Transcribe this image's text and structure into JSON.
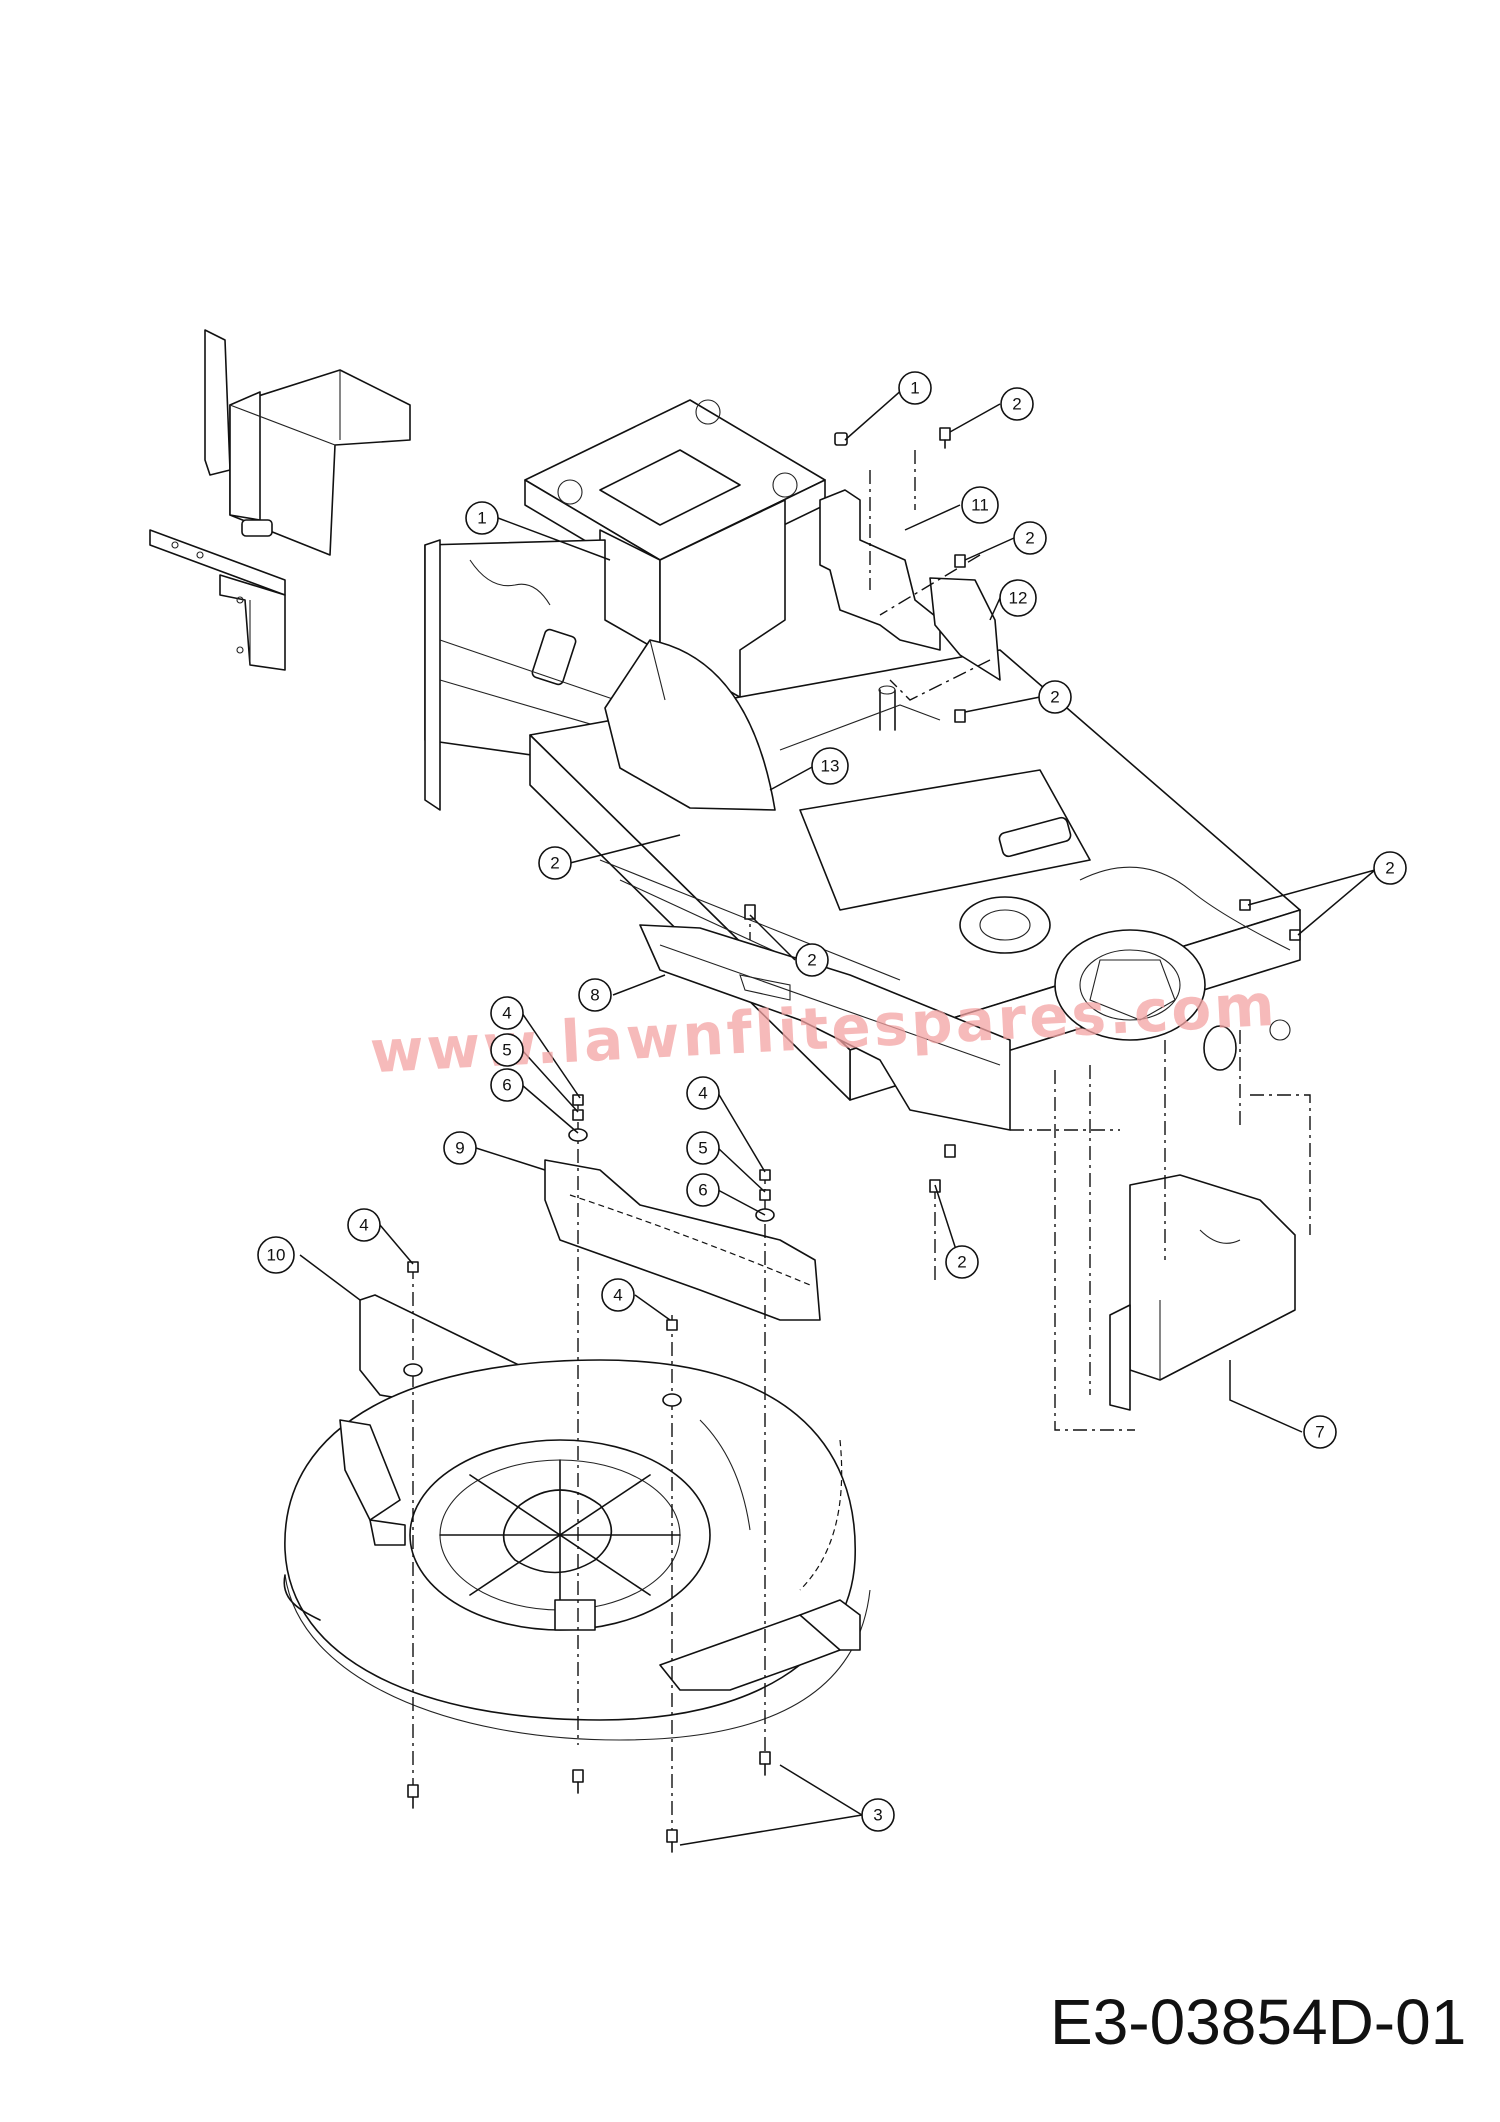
{
  "drawing_code": "E3-03854D-01",
  "watermark": "www.lawnflitespares.com",
  "callouts": [
    {
      "id": "c1a",
      "label": "1"
    },
    {
      "id": "c1b",
      "label": "1"
    },
    {
      "id": "c2a",
      "label": "2"
    },
    {
      "id": "c2b",
      "label": "2"
    },
    {
      "id": "c2c",
      "label": "2"
    },
    {
      "id": "c2d",
      "label": "2"
    },
    {
      "id": "c2e",
      "label": "2"
    },
    {
      "id": "c2f",
      "label": "2"
    },
    {
      "id": "c2g",
      "label": "2"
    },
    {
      "id": "c3",
      "label": "3"
    },
    {
      "id": "c4a",
      "label": "4"
    },
    {
      "id": "c4b",
      "label": "4"
    },
    {
      "id": "c4c",
      "label": "4"
    },
    {
      "id": "c4d",
      "label": "4"
    },
    {
      "id": "c5a",
      "label": "5"
    },
    {
      "id": "c5b",
      "label": "5"
    },
    {
      "id": "c6a",
      "label": "6"
    },
    {
      "id": "c6b",
      "label": "6"
    },
    {
      "id": "c7",
      "label": "7"
    },
    {
      "id": "c8",
      "label": "8"
    },
    {
      "id": "c9",
      "label": "9"
    },
    {
      "id": "c10",
      "label": "10"
    },
    {
      "id": "c11",
      "label": "11"
    },
    {
      "id": "c12",
      "label": "12"
    },
    {
      "id": "c13",
      "label": "13"
    }
  ]
}
